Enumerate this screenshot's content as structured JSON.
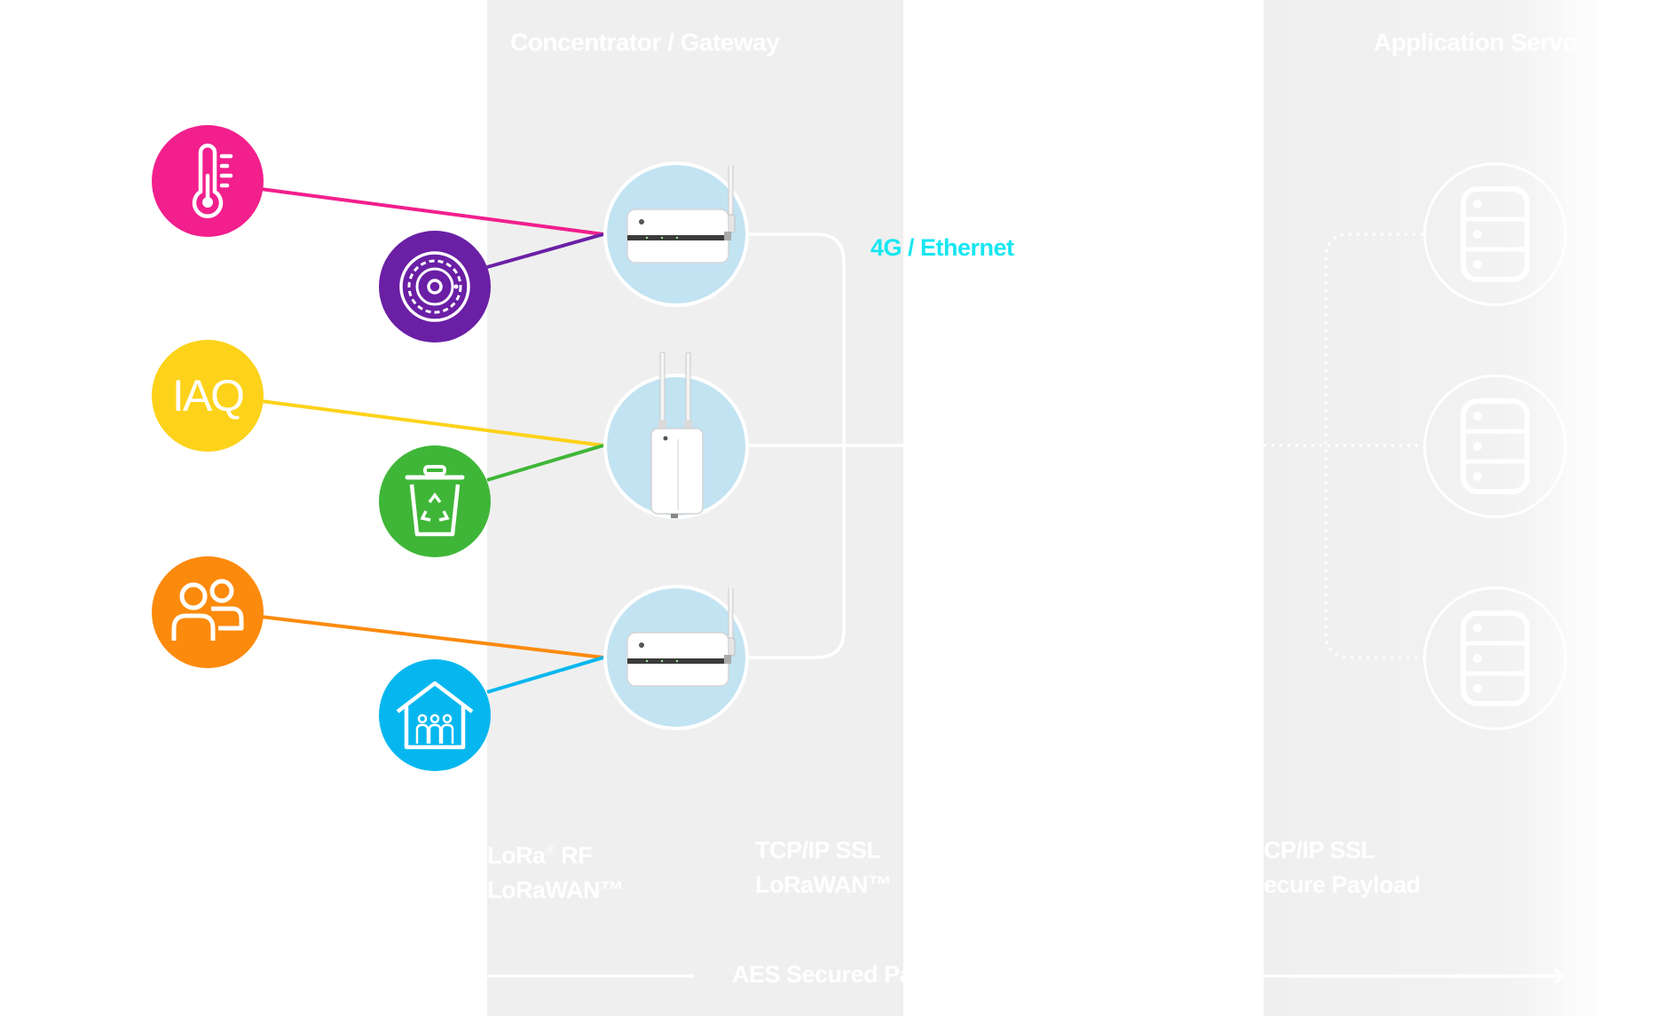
{
  "columns": {
    "gateway_title": "Concentrator / Gateway",
    "server_title": "Application Serve"
  },
  "network_label": "4G / Ethernet",
  "protocols": {
    "left_line1_main": "LoRa",
    "left_line1_mark": "®",
    "left_line1_suffix": " RF",
    "left_line2": "LoRaWAN™",
    "mid_line1": "TCP/IP SSL",
    "mid_line2": "LoRaWAN™",
    "right_line1": "CP/IP SSL",
    "right_line2": "ecure Payload"
  },
  "bottom_label": "AES Secured Pa",
  "sensors": [
    {
      "name": "temperature",
      "color": "#f21f8d",
      "icon": "thermometer-icon"
    },
    {
      "name": "smoke",
      "color": "#6a1fa5",
      "icon": "smoke-detector-icon"
    },
    {
      "name": "iaq",
      "color": "#fdd21a",
      "icon": "iaq-text",
      "text": "IAQ"
    },
    {
      "name": "waste",
      "color": "#3fb638",
      "icon": "recycle-bin-icon"
    },
    {
      "name": "people",
      "color": "#fc8a0c",
      "icon": "people-icon"
    },
    {
      "name": "occupancy",
      "color": "#06b7ef",
      "icon": "house-people-icon"
    }
  ],
  "colors": {
    "gateway_bubble": "#c2e3f2",
    "band": "#efefef",
    "link": "#ffffff"
  }
}
